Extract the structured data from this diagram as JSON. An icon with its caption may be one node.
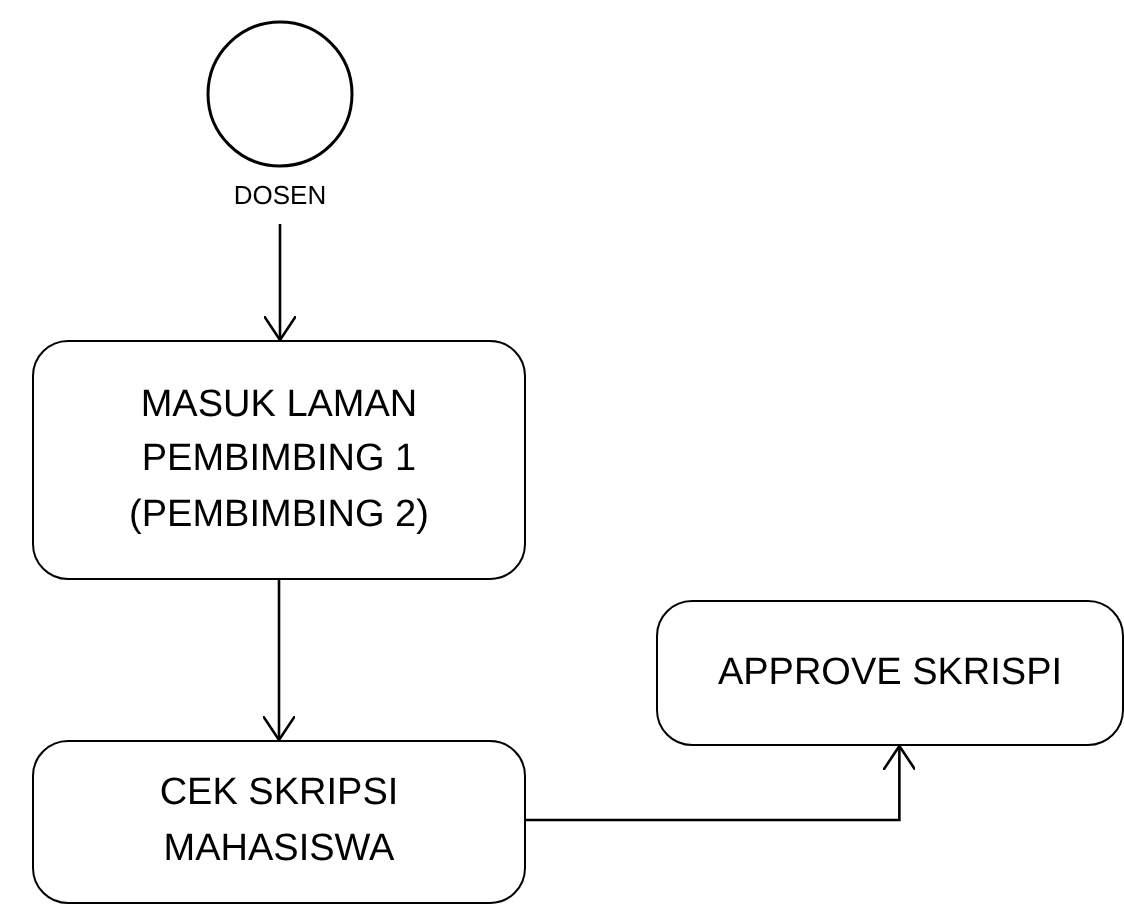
{
  "diagram": {
    "nodes": [
      {
        "text": [],
        "shape": "circle",
        "beside": [
          "DOSEN"
        ]
      },
      {
        "text": [
          "MASUK LAMAN PEMBIMBING 1 (PEMBIMBING 2)"
        ]
      },
      {
        "text": [
          "CEK SKRIPSI MAHASISWA"
        ]
      },
      {
        "text": [
          "APPROVE SKRISPI"
        ]
      }
    ],
    "edges": [
      {
        "from": 0,
        "to": 1,
        "arrow": "to"
      },
      {
        "from": 1,
        "to": 2,
        "arrow": "to"
      },
      {
        "from": 2,
        "to": 3,
        "arrow": "to"
      }
    ]
  }
}
